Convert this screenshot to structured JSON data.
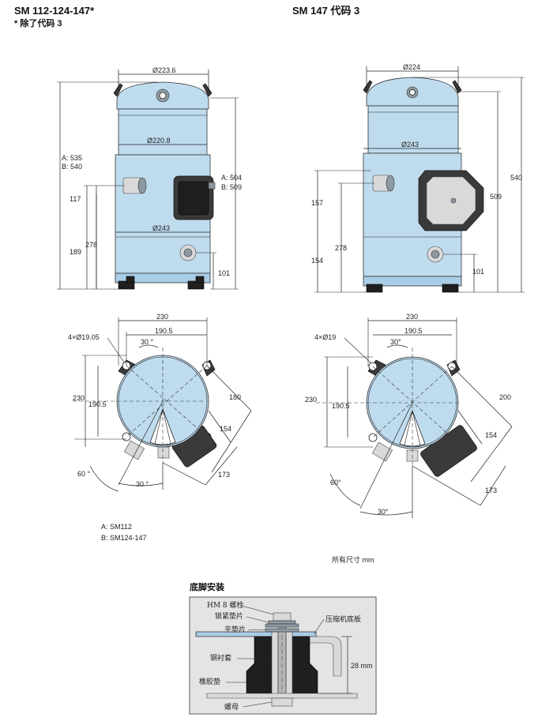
{
  "left": {
    "title": "SM 112-124-147*",
    "footnote": "* 除了代码 3",
    "side": {
      "top_dia": "Ø223.6",
      "shell_dia": "Ø220.8",
      "base_dia": "Ø243",
      "height_label_a": "A: 535",
      "height_label_b": "B: 540",
      "right_label_a": "A: 504",
      "right_label_b": "B: 509",
      "dim_117": "117",
      "dim_278": "278",
      "dim_189": "189",
      "dim_101": "101"
    },
    "plan": {
      "holes": "4×Ø19.05",
      "dim_230_top": "230",
      "dim_1905_top": "190.5",
      "angle_30_top": "30 °",
      "dim_230_left": "230",
      "dim_1905_left": "190.5",
      "dim_180": "180",
      "dim_154": "154",
      "dim_173": "173",
      "angle_60": "60 °",
      "angle_30_bottom": "30 °"
    },
    "legend_a": "A: SM112",
    "legend_b": "B: SM124-147"
  },
  "right": {
    "title": "SM 147 代码 3",
    "side": {
      "top_dia": "Ø224",
      "base_dia": "Ø243",
      "dim_540": "540",
      "dim_509": "509",
      "dim_157": "157",
      "dim_278": "278",
      "dim_154": "154",
      "dim_101": "101"
    },
    "plan": {
      "holes": "4×Ø19",
      "dim_230_top": "230",
      "dim_1905_top": "190.5",
      "angle_30_top": "30°",
      "dim_230_left": "230",
      "dim_1905_left": "190.5",
      "dim_200": "200",
      "dim_154": "154",
      "dim_173": "173",
      "angle_60": "60°",
      "angle_30_bottom": "30°"
    }
  },
  "units_note": "所有尺寸 mm",
  "mounting": {
    "title": "底脚安装",
    "bolt": "HM 8 螺栓",
    "lock_washer": "锁紧垫片",
    "flat_washer": "平垫片",
    "steel_sleeve": "钢衬套",
    "rubber_grommet": "橡胶垫",
    "nut": "螺母",
    "base_plate": "压缩机底板",
    "dim_28": "28 mm"
  }
}
